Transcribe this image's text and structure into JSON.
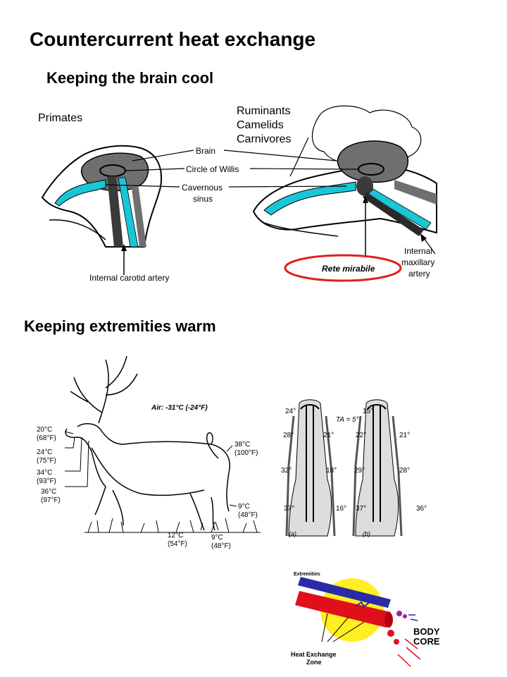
{
  "slide": {
    "title": "Countercurrent heat exchange",
    "section1": "Keeping the brain cool",
    "section2": "Keeping extremities warm"
  },
  "brain_diagram": {
    "primates_label": "Primates",
    "groups": [
      "Ruminants",
      "Camelids",
      "Carnivores"
    ],
    "labels": {
      "brain": "Brain",
      "circle_of_willis": "Circle of Willis",
      "cavernous_line1": "Cavernous",
      "cavernous_line2": "sinus",
      "internal_carotid": "Internal carotid artery",
      "rete_mirabile": "Rete mirabile",
      "internal_maxillary_line1": "Internal",
      "internal_maxillary_line2": "maxillary",
      "internal_maxillary_line3": "artery"
    },
    "colors": {
      "vessel": "#19c6d6",
      "tissue": "#6f6f6f",
      "highlight": "#e02020"
    }
  },
  "caribou": {
    "air": "Air: -31°C (-24°F)",
    "temps": [
      {
        "c": "20°C",
        "f": "(68°F)"
      },
      {
        "c": "24°C",
        "f": "(75°F)"
      },
      {
        "c": "34°C",
        "f": "(93°F)"
      },
      {
        "c": "36°C",
        "f": "(97°F)"
      },
      {
        "c": "38°C",
        "f": "(100°F)"
      },
      {
        "c": "9°C",
        "f": "(48°F)"
      },
      {
        "c": "12°C",
        "f": "(54°F)"
      },
      {
        "c": "9°C",
        "f": "(48°F)"
      }
    ]
  },
  "legs": {
    "ta": "TA = 5°",
    "a": {
      "caption": "(a)",
      "left": [
        "24°",
        "28°",
        "32°",
        "37°"
      ],
      "right": [
        "21°",
        "18°",
        "16°"
      ]
    },
    "b": {
      "caption": "(b)",
      "left": [
        "15°",
        "22°",
        "29°",
        "37°"
      ],
      "right": [
        "21°",
        "28°",
        "36°"
      ]
    }
  },
  "exchange": {
    "extremities": "Extremities",
    "core_line1": "BODY",
    "core_line2": "CORE",
    "zone_line1": "Heat Exchange",
    "zone_line2": "Zone",
    "colors": {
      "artery": "#e0101a",
      "vein": "#2a2aa8",
      "zone": "#ffee22"
    }
  }
}
